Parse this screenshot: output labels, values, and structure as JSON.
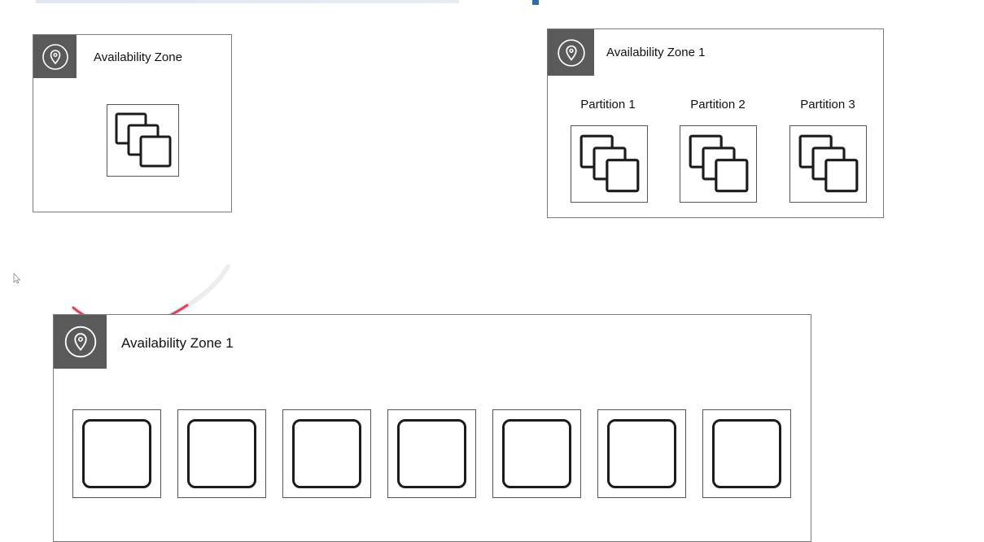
{
  "diagram": {
    "zone_a": {
      "title": "Availability Zone",
      "icon": "location-pin-icon"
    },
    "zone_b": {
      "title": "Availability Zone 1",
      "icon": "location-pin-icon",
      "partitions": [
        {
          "label": "Partition 1"
        },
        {
          "label": "Partition 2"
        },
        {
          "label": "Partition 3"
        }
      ]
    },
    "zone_c": {
      "title": "Availability Zone 1",
      "icon": "location-pin-icon",
      "instance_count": 7
    },
    "colors": {
      "icon_bg": "#5a5a5a",
      "border": "#7a7a7a",
      "annotation": "#e0405a",
      "accent": "#2b6cb0"
    }
  }
}
